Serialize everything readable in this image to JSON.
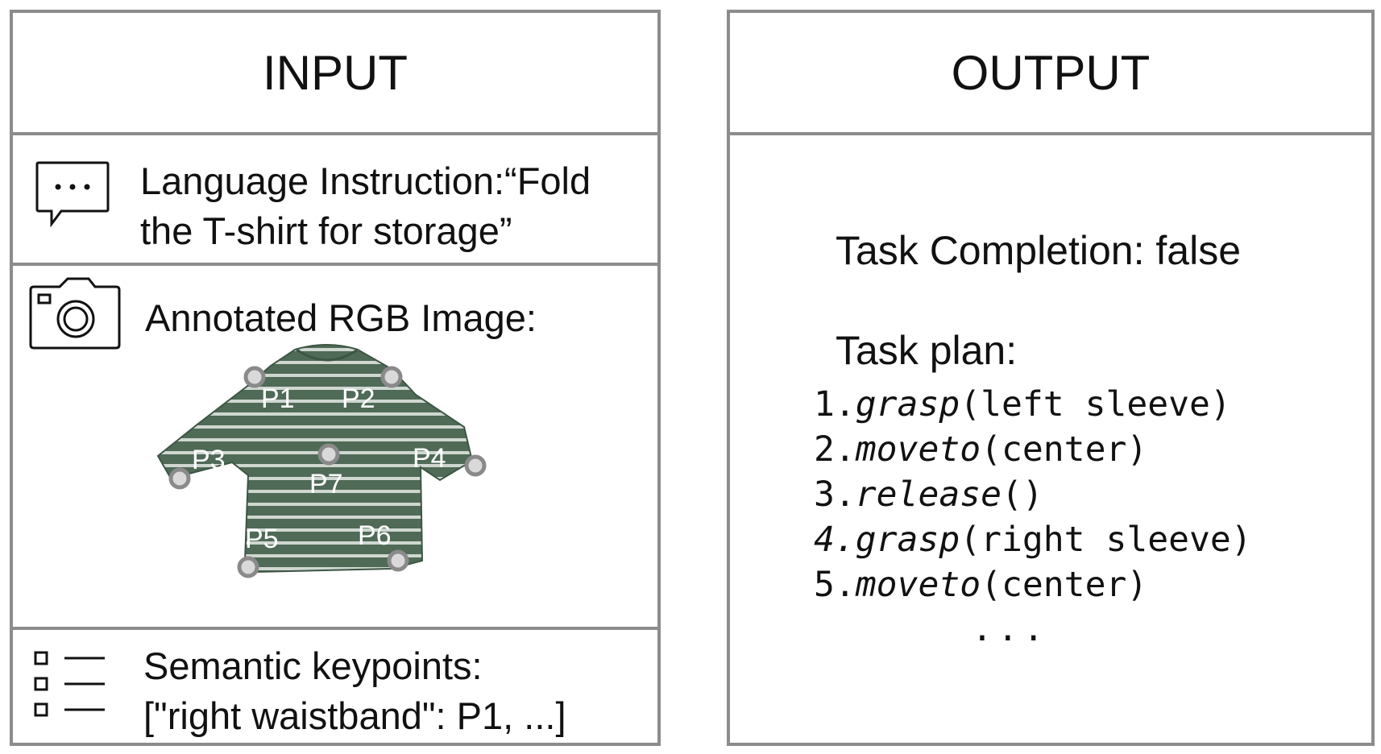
{
  "input": {
    "title": "INPUT",
    "language": {
      "icon": "chat-bubble-icon",
      "line1": "Language Instruction:“Fold",
      "line2": "the T-shirt for storage”"
    },
    "image": {
      "icon": "camera-icon",
      "label": "Annotated RGB  Image:",
      "keypoints": [
        "P1",
        "P2",
        "P3",
        "P4",
        "P5",
        "P6",
        "P7"
      ],
      "colors": {
        "shirt": "#4f6a56",
        "stripe": "#cfd7d0",
        "marker": "#8a8a8a"
      }
    },
    "semantic": {
      "icon": "checklist-icon",
      "line1": "Semantic keypoints:",
      "line2": "[\"right waistband\": P1, ...]"
    }
  },
  "output": {
    "title": "OUTPUT",
    "completion": "Task Completion: false",
    "plan_label": "Task plan:",
    "plan": [
      {
        "num": "1.",
        "fn": "grasp",
        "args": "(left sleeve)"
      },
      {
        "num": "2.",
        "fn": "moveto",
        "args": "(center)"
      },
      {
        "num": "3.",
        "fn": "release",
        "args": "()"
      },
      {
        "num": "4.",
        "fn": "grasp",
        "args": "(right sleeve)"
      },
      {
        "num": "5.",
        "fn": "moveto",
        "args": "(center)"
      }
    ],
    "ellipsis": "..."
  }
}
